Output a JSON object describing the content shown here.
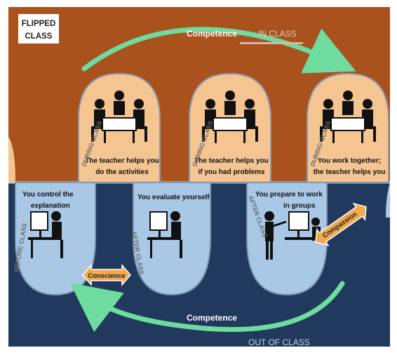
{
  "logo": {
    "line1": "FLIPPED",
    "line2": "CLASS"
  },
  "top_arrow": {
    "label": "Competence",
    "sublabel": "IN CLASS"
  },
  "bottom_arrow": {
    "label": "Competence",
    "sublabel": "OUT OF CLASS"
  },
  "in_class": [
    {
      "phase": "DURING CLASS",
      "line1": "The teacher helps you",
      "line2": "do the activities"
    },
    {
      "phase": "DURING CLASS",
      "line1": "The teacher helps you",
      "line2": "if you had problems"
    },
    {
      "phase": "DURING CLASS",
      "line1": "You work together;",
      "line2": "the teacher helps you"
    }
  ],
  "out_class": [
    {
      "phase": "BEFORE CLASS",
      "line1": "You control the",
      "line2": "explanation"
    },
    {
      "phase": "AFTER CLASS",
      "line1": "You evaluate yourself",
      "line2": ""
    },
    {
      "phase": "AFTER CLASS",
      "line1": "You prepare to work",
      "line2": "in groups"
    }
  ],
  "badges": {
    "conscience": "Conscience",
    "compassion": "Compassion"
  },
  "colors": {
    "top_bg": "#a9521e",
    "bottom_bg": "#22395e",
    "in_class_bubble": "#f5c591",
    "out_class_bubble": "#a9c8e6",
    "arrow_green": "#6fdc9f",
    "badge": "#f0a94f",
    "logo_bg": "#ffffff"
  }
}
